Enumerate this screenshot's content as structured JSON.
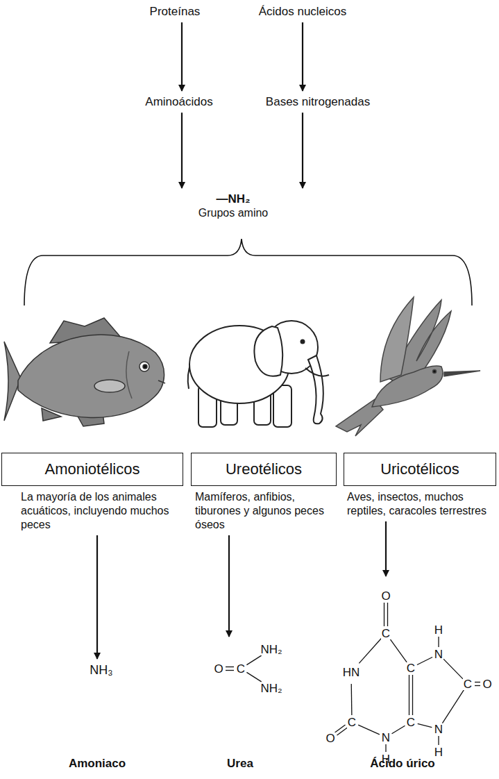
{
  "diagram": {
    "nodes": [
      {
        "text": [
          "Proteínas"
        ]
      },
      {
        "text": [
          "Ácidos nucleicos"
        ]
      },
      {
        "text": [
          "Aminoácidos"
        ]
      },
      {
        "text": [
          "Bases nitrogenadas"
        ]
      },
      {
        "text": [
          "—NH₂",
          "Grupos amino"
        ]
      },
      {
        "text": [
          "Amoniotélicos"
        ]
      },
      {
        "text": [
          "Ureotélicos"
        ]
      },
      {
        "text": [
          "Uricotélicos"
        ]
      },
      {
        "text": [
          "La mayoría de los animales acuáticos, incluyendo muchos peces"
        ]
      },
      {
        "text": [
          "Mamíferos, anfibios, tiburones y algunos peces óseos"
        ]
      },
      {
        "text": [
          "Aves, insectos, muchos reptiles, caracoles terrestres"
        ]
      },
      {
        "text": [
          "NH₃"
        ]
      },
      {
        "text": [
          "O",
          "C",
          "NH₂",
          "NH₂"
        ]
      },
      {
        "text": [
          "O",
          "C",
          "H",
          "HN",
          "C",
          "N",
          "C",
          "O",
          "O",
          "C",
          "N",
          "C",
          "N",
          "H",
          "H"
        ]
      }
    ],
    "edges": [
      {
        "from": 0,
        "to": 2,
        "arrow": "to"
      },
      {
        "from": 1,
        "to": 3,
        "arrow": "to"
      },
      {
        "from": 2,
        "to": 4,
        "arrow": "to"
      },
      {
        "from": 3,
        "to": 4,
        "arrow": "to"
      },
      {
        "from": 8,
        "to": 11,
        "arrow": "to"
      },
      {
        "from": 9,
        "to": 12,
        "arrow": "to"
      },
      {
        "from": 10,
        "to": 13,
        "arrow": "to"
      }
    ],
    "labels": [
      "Amoniaco",
      "Urea",
      "Ácido úrico"
    ]
  }
}
